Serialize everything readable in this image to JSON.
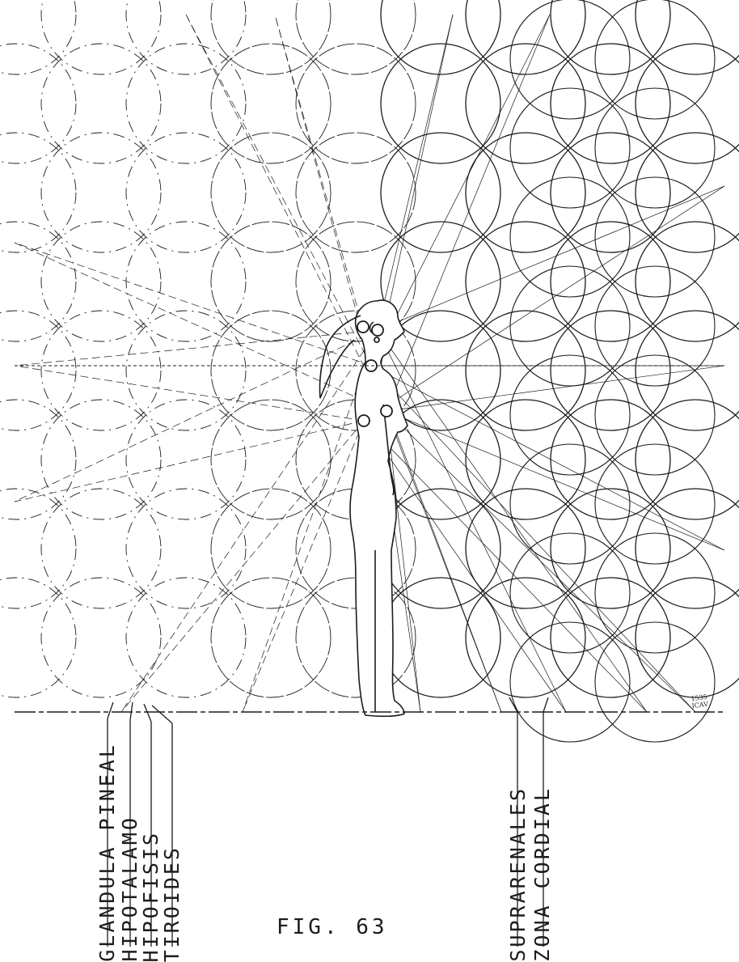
{
  "figure": {
    "caption": "FIG. 63",
    "signature": "1535\nICAV",
    "line_color": "#1c1c1c",
    "background": "#ffffff",
    "labels": [
      {
        "id": "glandula-pineal",
        "text": "GLANDULA PINEAL",
        "organ": "pineal"
      },
      {
        "id": "hipotalamo",
        "text": "HIPOTALAMO",
        "organ": "hypothalamus"
      },
      {
        "id": "hipofisis",
        "text": "HIPOFISIS",
        "organ": "pituitary"
      },
      {
        "id": "tiroides",
        "text": "TIROIDES",
        "organ": "thyroid"
      },
      {
        "id": "suprarenales",
        "text": "SUPRARENALES",
        "organ": "adrenals"
      },
      {
        "id": "zona-cordial",
        "text": "ZONA CORDIAL",
        "organ": "heart"
      }
    ]
  }
}
